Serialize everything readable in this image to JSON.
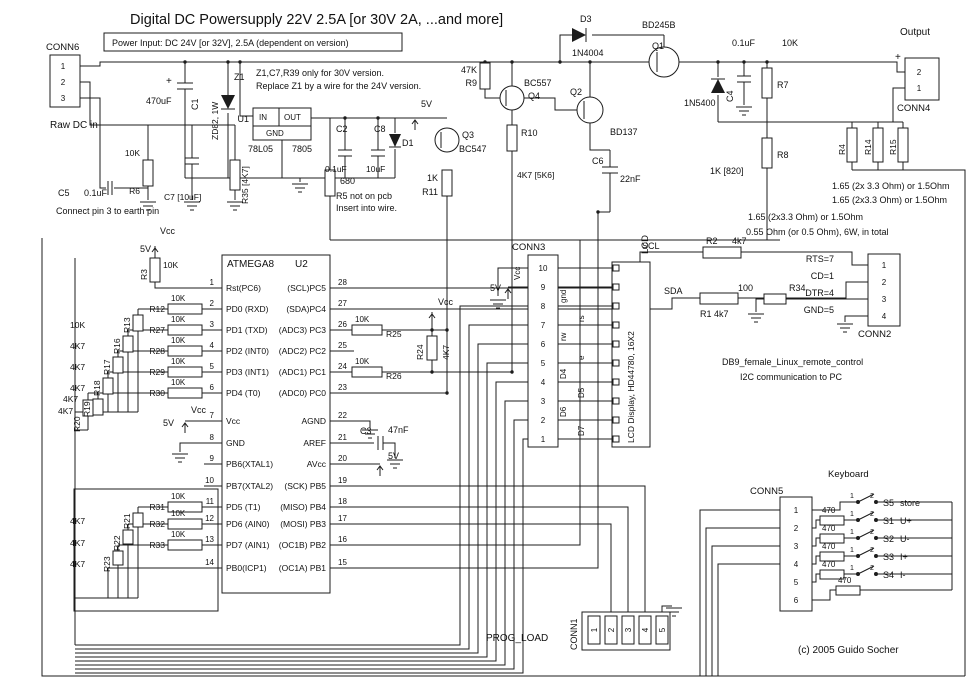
{
  "header": {
    "title": "Digital DC Powersupply 22V 2.5A [or 30V 2A, ...and more]",
    "subtitle": "Power Input: DC 24V [or 32V], 2.5A (dependent on version)"
  },
  "input": {
    "conn6_label": "CONN6",
    "conn6_pins": [
      "1",
      "2",
      "3"
    ],
    "raw_dc": "Raw DC in",
    "plus": "+",
    "c1_value": "470uF",
    "c1_name": "C1",
    "z1_name": "Z1",
    "z1_value": "ZD82, 1W",
    "note30v_1": "Z1,C7,R39 only for 30V version.",
    "note30v_2": "Replace Z1 by a wire for the 24V version.",
    "u1_name": "U1",
    "u1_in": "IN",
    "u1_out": "OUT",
    "u1_gnd": "GND",
    "u1_part": "78L05",
    "u1_alt": "7805",
    "rail_5v": "5V",
    "c2_name": "C2",
    "c2_value": "0.1uF",
    "c8_name": "C8",
    "c8_value": "10uF",
    "d1_name": "D1",
    "c5_name": "C5",
    "c5_value": "0.1uF",
    "r6_value": "10K",
    "r6_name": "R6",
    "earth_note": "Connect pin 3 to earth pin",
    "c7_label": "C7 [10uF]",
    "r35_label": "R35 [4K7]",
    "r5_value": "680",
    "r5_note1": "R5 not on pcb",
    "r5_note2": "Insert into wire."
  },
  "regulator": {
    "r9_value": "47K",
    "r9_name": "R9",
    "q4_part": "BC557",
    "q4_name": "Q4",
    "d3_name": "D3",
    "d3_part": "1N4004",
    "q1_part": "BD245B",
    "q1_name": "Q1",
    "q2_name": "Q2",
    "q2_part": "BD137",
    "d2_part": "1N5400",
    "c4_value": "0.1uF",
    "c4_name": "C4",
    "r7_value": "10K",
    "r7_name": "R7",
    "r8_name": "R8",
    "r8_value": "1K [820]",
    "c6_name": "C6",
    "c6_value": "22nF",
    "r10_name": "R10",
    "r10_value": "4K7 [5K6]",
    "q3_name": "Q3",
    "q3_part": "BC547",
    "r11_value": "1K",
    "r11_name": "R11"
  },
  "output": {
    "label": "Output",
    "plus": "+",
    "conn4_pins": [
      "2",
      "1"
    ],
    "conn4_label": "CONN4",
    "r4": "R4",
    "r14": "R14",
    "r15": "R15",
    "shunt_note1": "1.65 (2x 3.3 Ohm) or 1.5Ohm",
    "shunt_note2": "1.65 (2x3.3 Ohm) or 1.5Ohm",
    "shunt_note3": "1.65 (2x3.3 Ohm) or 1.5Ohm",
    "shunt_note4": "0.55 Ohm (or 0.5 Ohm), 6W, in total"
  },
  "mcu": {
    "part": "ATMEGA8",
    "name": "U2",
    "left_pins": [
      {
        "n": "1",
        "label": "Rst(PC6)"
      },
      {
        "n": "2",
        "label": "PD0 (RXD)"
      },
      {
        "n": "3",
        "label": "PD1 (TXD)"
      },
      {
        "n": "4",
        "label": "PD2 (INT0)"
      },
      {
        "n": "5",
        "label": "PD3 (INT1)"
      },
      {
        "n": "6",
        "label": "PD4 (T0)"
      },
      {
        "n": "7",
        "label": "Vcc"
      },
      {
        "n": "8",
        "label": "GND"
      },
      {
        "n": "9",
        "label": "PB6(XTAL1)"
      },
      {
        "n": "10",
        "label": "PB7(XTAL2)"
      },
      {
        "n": "11",
        "label": "PD5 (T1)"
      },
      {
        "n": "12",
        "label": "PD6 (AIN0)"
      },
      {
        "n": "13",
        "label": "PD7 (AIN1)"
      },
      {
        "n": "14",
        "label": "PB0(ICP1)"
      }
    ],
    "right_pins": [
      {
        "n": "28",
        "label": "(SCL)PC5"
      },
      {
        "n": "27",
        "label": "(SDA)PC4"
      },
      {
        "n": "26",
        "label": "(ADC3) PC3"
      },
      {
        "n": "25",
        "label": "(ADC2) PC2"
      },
      {
        "n": "24",
        "label": "(ADC1) PC1"
      },
      {
        "n": "23",
        "label": "(ADC0) PC0"
      },
      {
        "n": "22",
        "label": "AGND"
      },
      {
        "n": "21",
        "label": "AREF"
      },
      {
        "n": "20",
        "label": "AVcc"
      },
      {
        "n": "19",
        "label": "(SCK) PB5"
      },
      {
        "n": "18",
        "label": "(MISO) PB4"
      },
      {
        "n": "17",
        "label": "(MOSI) PB3"
      },
      {
        "n": "16",
        "label": "(OC1B) PB2"
      },
      {
        "n": "15",
        "label": "(OC1A) PB1"
      }
    ]
  },
  "left_net": {
    "vcc": "Vcc",
    "v5": "5V",
    "r3_value": "10K",
    "r3_name": "R3",
    "pin7_vcc": "Vcc",
    "pin7_5v": "5V",
    "series_top": [
      {
        "value": "10K",
        "name": "R12"
      },
      {
        "value": "10K",
        "name": "R27"
      },
      {
        "value": "10K",
        "name": "R28"
      },
      {
        "value": "10K",
        "name": "R29"
      },
      {
        "value": "10K",
        "name": "R30"
      }
    ],
    "pulls_top": [
      {
        "value": "10K",
        "name": "R13"
      },
      {
        "value": "4K7",
        "name": "R16"
      },
      {
        "value": "4K7",
        "name": "R17"
      },
      {
        "value": "4K7",
        "name": "R18"
      },
      {
        "value": "4K7",
        "name": "R19"
      },
      {
        "value": "4K7",
        "name": "R20"
      }
    ],
    "series_bottom": [
      {
        "value": "10K",
        "name": "R31"
      },
      {
        "value": "10K",
        "name": "R32"
      },
      {
        "value": "10K",
        "name": "R33"
      }
    ],
    "pulls_bottom": [
      {
        "value": "4K7",
        "name": "R21"
      },
      {
        "value": "4K7",
        "name": "R22"
      },
      {
        "value": "4K7",
        "name": "R23"
      }
    ]
  },
  "adc": {
    "vcc": "Vcc",
    "r25_value": "10K",
    "r25_name": "R25",
    "r26_value": "10K",
    "r26_name": "R26",
    "r24_name": "R24",
    "r24_value": "4K7",
    "c3_name": "C3",
    "c3_value": "47nF",
    "v5": "5V"
  },
  "lcd": {
    "conn3_label": "CONN3",
    "conn3_pins": [
      "10",
      "9",
      "8",
      "7",
      "6",
      "5",
      "4",
      "3",
      "2",
      "1"
    ],
    "v5": "5V",
    "vcc": "Vcc",
    "signals": [
      "gnd",
      "rs",
      "rw",
      "e",
      "D4",
      "D5",
      "D6",
      "D7"
    ],
    "lcd_tag": "LCD",
    "lcd_title": "LCD Display, HD44780, 16X2"
  },
  "i2c": {
    "scl": "SCL",
    "sda": "SDA",
    "r2_name": "R2",
    "r2_value": "4k7",
    "r1_label": "R1 4k7",
    "r34_value": "100",
    "r34_name": "R34",
    "conn2_pins": [
      "1",
      "2",
      "3",
      "4"
    ],
    "conn2_label": "CONN2",
    "sig_rts": "RTS=7",
    "sig_cd": "CD=1",
    "sig_dtr": "DTR=4",
    "sig_gnd": "GND=5",
    "note1": "DB9_female_Linux_remote_control",
    "note2": "I2C communication to PC"
  },
  "keyboard": {
    "title": "Keyboard",
    "conn5_label": "CONN5",
    "conn5_pins": [
      "1",
      "2",
      "3",
      "4",
      "5",
      "6"
    ],
    "switches": [
      {
        "t1": "1",
        "t2": "2",
        "name": "S5",
        "func": "store"
      },
      {
        "t1": "1",
        "t2": "2",
        "name": "S1",
        "func": "U+"
      },
      {
        "t1": "1",
        "t2": "2",
        "name": "S2",
        "func": "U-"
      },
      {
        "t1": "1",
        "t2": "2",
        "name": "S3",
        "func": "I+"
      },
      {
        "t1": "1",
        "t2": "2",
        "name": "S4",
        "func": "I-"
      }
    ],
    "resistors": [
      "470",
      "470",
      "470",
      "470",
      "470"
    ]
  },
  "prog": {
    "label": "PROG_LOAD",
    "conn1_label": "CONN1",
    "conn1_pins": [
      "1",
      "2",
      "3",
      "4",
      "5"
    ]
  },
  "footer": {
    "copyright": "(c) 2005 Guido Socher"
  }
}
